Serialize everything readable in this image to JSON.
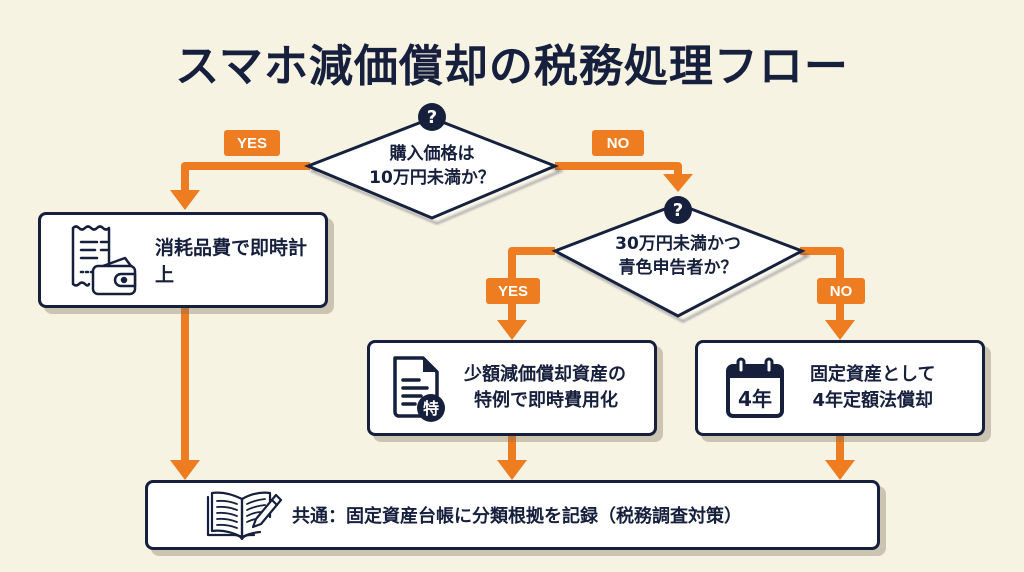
{
  "title": "スマホ減価償却の税務処理フロー",
  "colors": {
    "background": "#f7f3e3",
    "navy": "#16203d",
    "orange": "#ee7d22",
    "box_fill": "#ffffff"
  },
  "decision1": {
    "icon": "question-mark-icon",
    "badge": "?",
    "line1": "購入価格は",
    "line2": "10万円未満か？",
    "yes_label": "YES",
    "no_label": "NO"
  },
  "decision2": {
    "icon": "question-mark-icon",
    "badge": "?",
    "line1": "30万円未満かつ",
    "line2": "青色申告者か？",
    "yes_label": "YES",
    "no_label": "NO"
  },
  "outcomes": {
    "consumable": {
      "icon": "receipt-wallet-icon",
      "text": "消耗品費で即時計上"
    },
    "small_asset": {
      "icon": "document-special-icon",
      "icon_badge": "特",
      "line1": "少額減価償却資産の",
      "line2": "特例で即時費用化"
    },
    "fixed_asset": {
      "icon": "calendar-icon",
      "icon_text": "4年",
      "line1": "固定資産として",
      "line2": "4年定額法償却"
    }
  },
  "common": {
    "icon": "open-book-pen-icon",
    "text": "共通：固定資産台帳に分類根拠を記録（税務調査対策）"
  }
}
